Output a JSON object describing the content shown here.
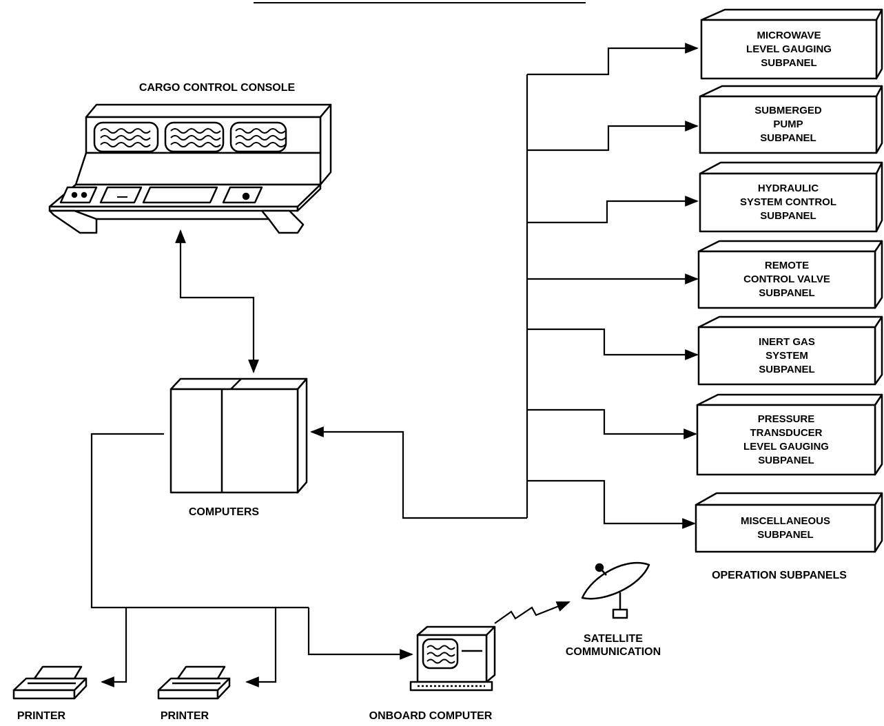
{
  "diagram": {
    "title": "",
    "console": {
      "label": "CARGO CONTROL CONSOLE"
    },
    "computers": {
      "label": "COMPUTERS"
    },
    "printers": [
      {
        "label": "PRINTER"
      },
      {
        "label": "PRINTER"
      }
    ],
    "onboard_computer": {
      "label": "ONBOARD COMPUTER"
    },
    "satellite": {
      "label_line1": "SATELLITE",
      "label_line2": "COMMUNICATION"
    },
    "subpanels_group": {
      "label": "OPERATION SUBPANELS"
    },
    "subpanels": [
      {
        "lines": [
          "MICROWAVE",
          "LEVEL GAUGING",
          "SUBPANEL"
        ]
      },
      {
        "lines": [
          "SUBMERGED",
          "PUMP",
          "SUBPANEL"
        ]
      },
      {
        "lines": [
          "HYDRAULIC",
          "SYSTEM CONTROL",
          "SUBPANEL"
        ]
      },
      {
        "lines": [
          "REMOTE",
          "CONTROL VALVE",
          "SUBPANEL"
        ]
      },
      {
        "lines": [
          "INERT GAS",
          "SYSTEM",
          "SUBPANEL"
        ]
      },
      {
        "lines": [
          "PRESSURE",
          "TRANSDUCER",
          "LEVEL GAUGING",
          "SUBPANEL"
        ]
      },
      {
        "lines": [
          "MISCELLANEOUS",
          "SUBPANEL"
        ]
      }
    ]
  }
}
